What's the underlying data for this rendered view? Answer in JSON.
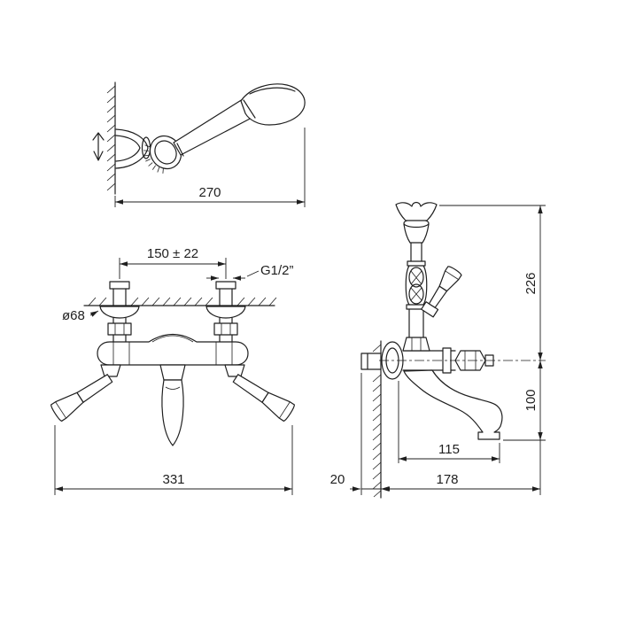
{
  "canvas": {
    "background": "#ffffff",
    "ink_color": "#1f1f1f"
  },
  "hand_shower_view": {
    "dims": {
      "width": "270"
    }
  },
  "front_view": {
    "dims": {
      "pipe_spacing": "150 ± 22",
      "thread": "G1/2”",
      "flange_diameter": "ø68",
      "overall_width": "331"
    }
  },
  "side_view": {
    "dims": {
      "overall_height": "226",
      "spout_height": "100",
      "spout_reach": "115",
      "wall_inlet_depth": "20",
      "overall_depth": "178"
    }
  }
}
